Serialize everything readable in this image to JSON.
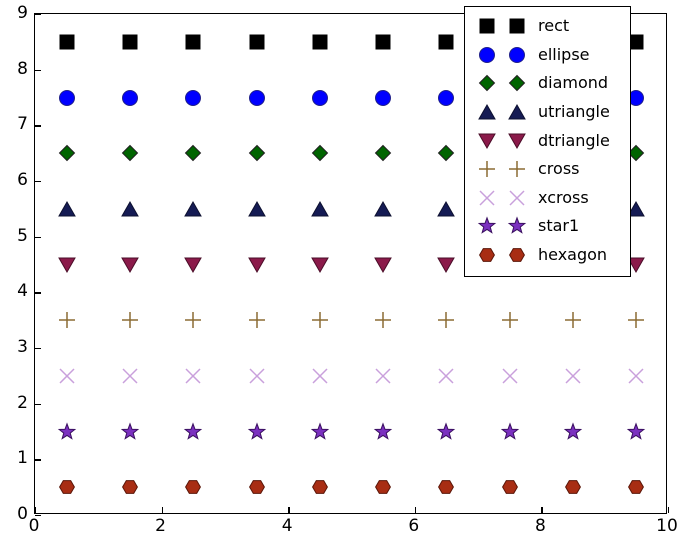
{
  "chart_data": {
    "type": "scatter",
    "title": "",
    "xlabel": "",
    "ylabel": "",
    "xlim": [
      0,
      10
    ],
    "ylim": [
      0,
      9
    ],
    "grid": false,
    "xticks": [
      0,
      2,
      4,
      6,
      8,
      10
    ],
    "yticks": [
      0,
      1,
      2,
      3,
      4,
      5,
      6,
      7,
      8,
      9
    ],
    "xticklabels": [
      "0",
      "2",
      "4",
      "6",
      "8",
      "10"
    ],
    "yticklabels": [
      "0",
      "1",
      "2",
      "3",
      "4",
      "5",
      "6",
      "7",
      "8",
      "9"
    ],
    "legend_position": "upper right",
    "x": [
      0.5,
      1.5,
      2.5,
      3.5,
      4.5,
      5.5,
      6.5,
      7.5,
      8.5,
      9.5
    ],
    "series": [
      {
        "name": "rect",
        "marker": "square",
        "y": 8.5,
        "color": "#000000",
        "edgecolor": "#000000",
        "values": [
          8.5,
          8.5,
          8.5,
          8.5,
          8.5,
          8.5,
          8.5,
          8.5,
          8.5,
          8.5
        ]
      },
      {
        "name": "ellipse",
        "marker": "circle",
        "y": 7.5,
        "color": "#0000ff",
        "edgecolor": "#20208a",
        "values": [
          7.5,
          7.5,
          7.5,
          7.5,
          7.5,
          7.5,
          7.5,
          7.5,
          7.5,
          7.5
        ]
      },
      {
        "name": "diamond",
        "marker": "diamond",
        "y": 6.5,
        "color": "#006400",
        "edgecolor": "#202020",
        "values": [
          6.5,
          6.5,
          6.5,
          6.5,
          6.5,
          6.5,
          6.5,
          6.5,
          6.5,
          6.5
        ]
      },
      {
        "name": "utriangle",
        "marker": "triangle-up",
        "y": 5.5,
        "color": "#151b54",
        "edgecolor": "#0d1030",
        "values": [
          5.5,
          5.5,
          5.5,
          5.5,
          5.5,
          5.5,
          5.5,
          5.5,
          5.5,
          5.5
        ]
      },
      {
        "name": "dtriangle",
        "marker": "triangle-down",
        "y": 4.5,
        "color": "#8b1a4a",
        "edgecolor": "#4a0d28",
        "values": [
          4.5,
          4.5,
          4.5,
          4.5,
          4.5,
          4.5,
          4.5,
          4.5,
          4.5,
          4.5
        ]
      },
      {
        "name": "cross",
        "marker": "plus",
        "y": 3.5,
        "color": "#8b6a32",
        "edgecolor": "#8b6a32",
        "values": [
          3.5,
          3.5,
          3.5,
          3.5,
          3.5,
          3.5,
          3.5,
          3.5,
          3.5,
          3.5
        ]
      },
      {
        "name": "xcross",
        "marker": "x",
        "y": 2.5,
        "color": "#c9a0dc",
        "edgecolor": "#c9a0dc",
        "values": [
          2.5,
          2.5,
          2.5,
          2.5,
          2.5,
          2.5,
          2.5,
          2.5,
          2.5,
          2.5
        ]
      },
      {
        "name": "star1",
        "marker": "star",
        "y": 1.5,
        "color": "#7b30c0",
        "edgecolor": "#3a1060",
        "values": [
          1.5,
          1.5,
          1.5,
          1.5,
          1.5,
          1.5,
          1.5,
          1.5,
          1.5,
          1.5
        ]
      },
      {
        "name": "hexagon",
        "marker": "hexagon",
        "y": 0.5,
        "color": "#a82d13",
        "edgecolor": "#5a1508",
        "values": [
          0.5,
          0.5,
          0.5,
          0.5,
          0.5,
          0.5,
          0.5,
          0.5,
          0.5,
          0.5
        ]
      }
    ],
    "notes": "Legend box in upper-right occludes the markers at x = 7.5, 8.5, 9.5 for the top five series (rect, ellipse, diamond, utriangle, dtriangle)."
  },
  "legend": {
    "entries": [
      {
        "label": "rect"
      },
      {
        "label": "ellipse"
      },
      {
        "label": "diamond"
      },
      {
        "label": "utriangle"
      },
      {
        "label": "dtriangle"
      },
      {
        "label": "cross"
      },
      {
        "label": "xcross"
      },
      {
        "label": "star1"
      },
      {
        "label": "hexagon"
      }
    ]
  }
}
